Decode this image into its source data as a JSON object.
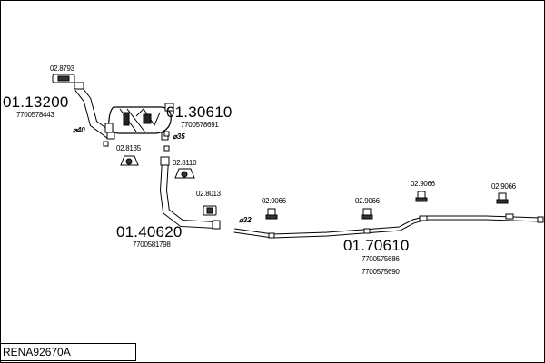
{
  "reference": "RENA92670A",
  "parts": [
    {
      "id": "p1",
      "code": "01.13200",
      "oem": "7700578443"
    },
    {
      "id": "p2",
      "code": "01.30610",
      "oem": "7700578691"
    },
    {
      "id": "p3",
      "code": "01.40620",
      "oem": "7700581798"
    },
    {
      "id": "p4",
      "code": "01.70610",
      "oem": "7700575686",
      "oem2": "7700575690"
    }
  ],
  "fittings": [
    "02.8793",
    "02.8135",
    "02.8110",
    "02.8013",
    "02.9066",
    "02.9066",
    "02.9066",
    "02.9066"
  ],
  "diameters": [
    "⌀40",
    "⌀35",
    "⌀32"
  ]
}
